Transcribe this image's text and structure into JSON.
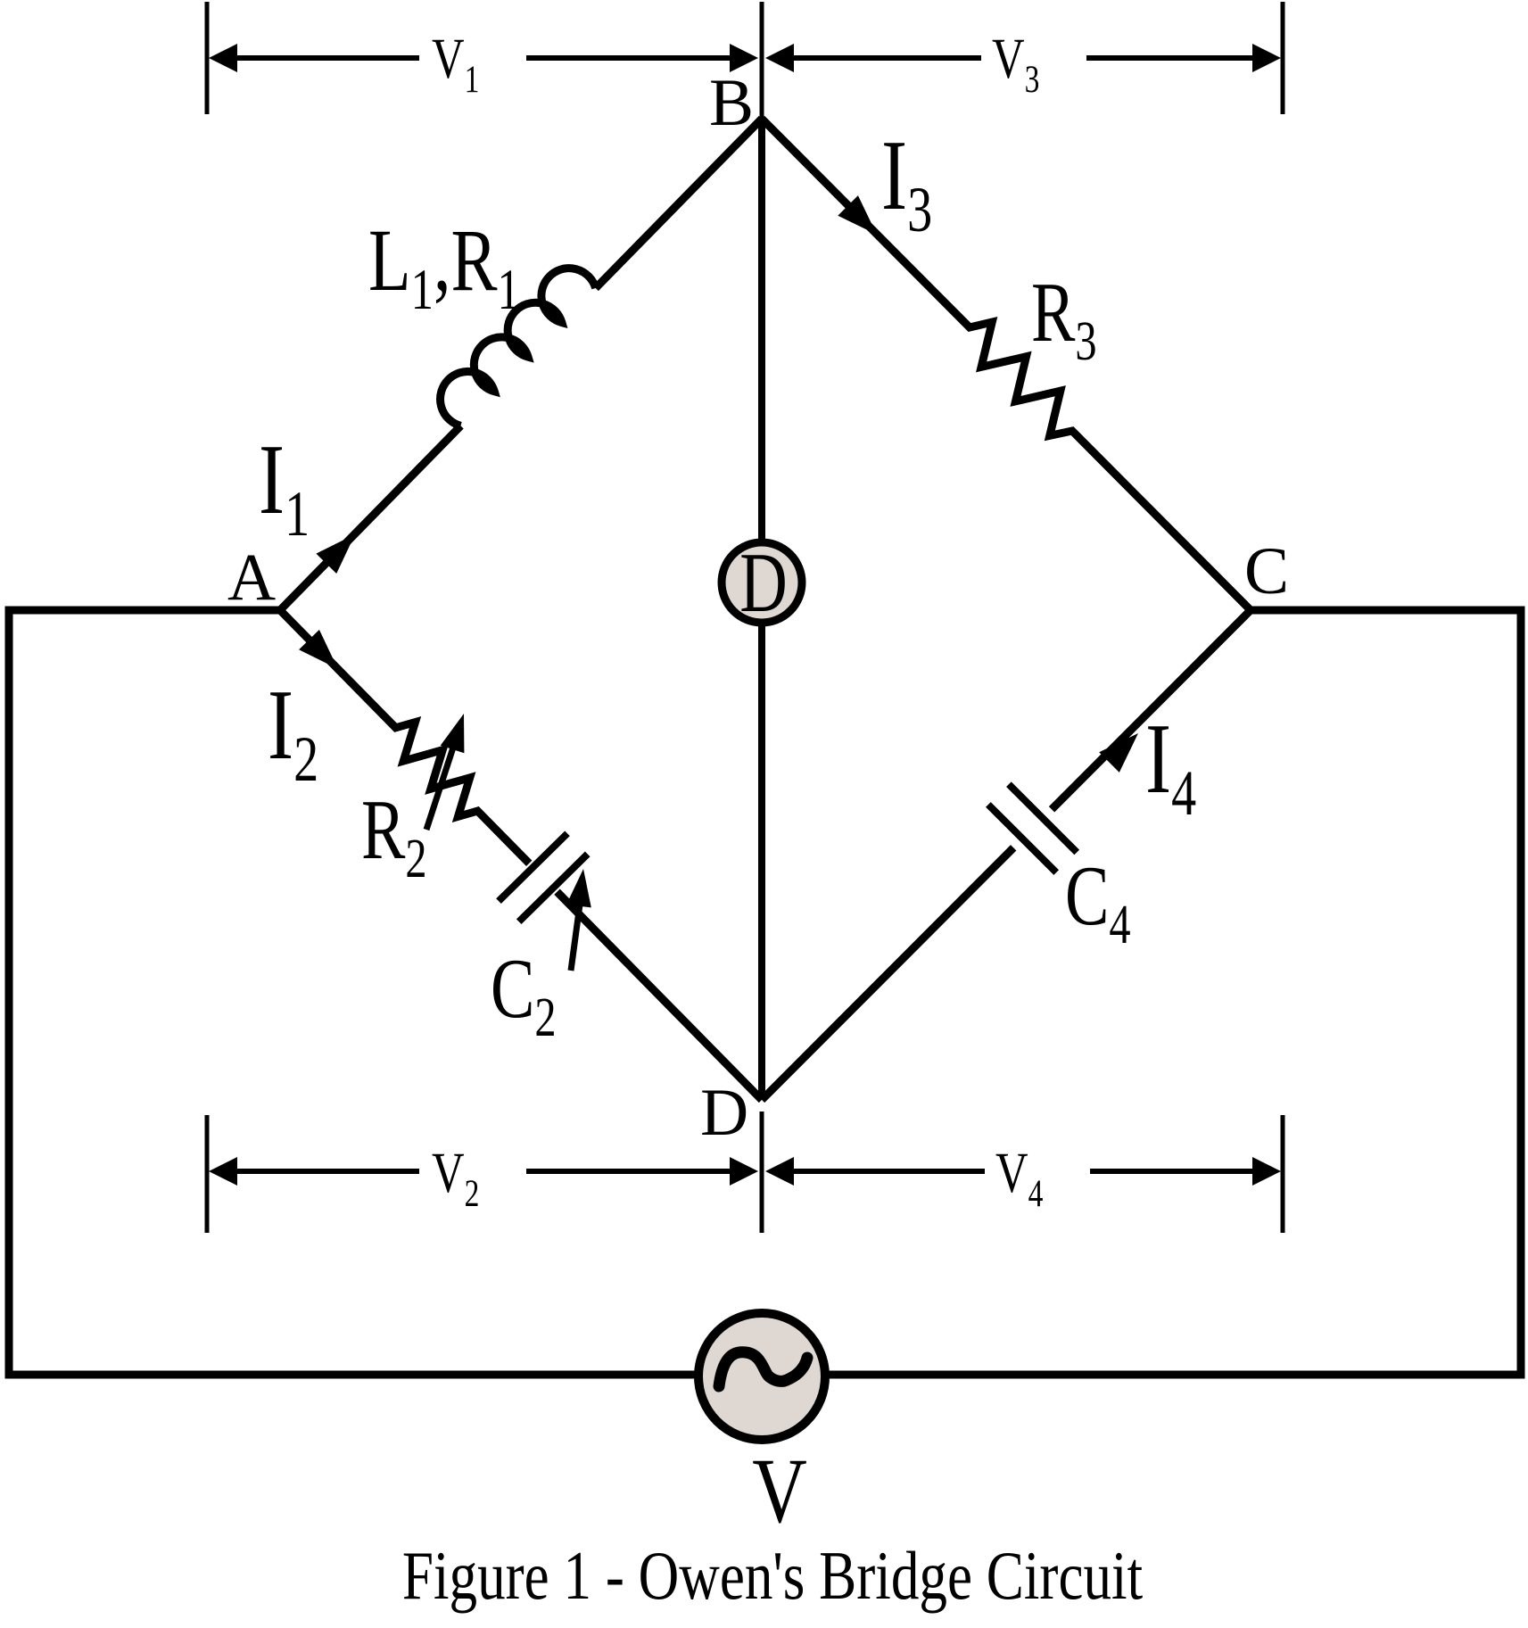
{
  "caption": "Figure 1 - Owen's Bridge Circuit",
  "colors": {
    "line": "#000000",
    "instrument_fill": "#ded7d2",
    "background": "#ffffff"
  },
  "node_labels": {
    "a": "A",
    "b": "B",
    "c": "C",
    "d": "D"
  },
  "detector": {
    "label": "D"
  },
  "source": {
    "label": "V",
    "icon": "sine-wave-icon"
  },
  "voltage_labels": {
    "v1": {
      "base": "V",
      "sub": "1"
    },
    "v2": {
      "base": "V",
      "sub": "2"
    },
    "v3": {
      "base": "V",
      "sub": "3"
    },
    "v4": {
      "base": "V",
      "sub": "4"
    }
  },
  "current_labels": {
    "i1": {
      "base": "I",
      "sub": "1"
    },
    "i2": {
      "base": "I",
      "sub": "2"
    },
    "i3": {
      "base": "I",
      "sub": "3"
    },
    "i4": {
      "base": "I",
      "sub": "4"
    }
  },
  "component_labels": {
    "l1r1": {
      "p1": "L",
      "s1": "1",
      "comma": ",",
      "p2": "R",
      "s2": "1"
    },
    "r2": {
      "base": "R",
      "sub": "2"
    },
    "c2": {
      "base": "C",
      "sub": "2"
    },
    "r3": {
      "base": "R",
      "sub": "3"
    },
    "c4": {
      "base": "C",
      "sub": "4"
    }
  }
}
